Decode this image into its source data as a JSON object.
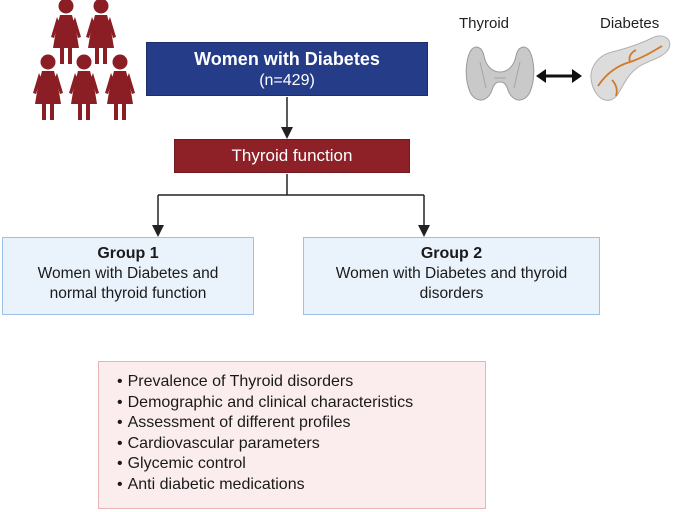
{
  "main_box": {
    "title": "Women with Diabetes",
    "count": "(n=429)"
  },
  "assessment": {
    "label": "Thyroid function"
  },
  "groups": [
    {
      "title": "Group 1",
      "line1": "Women with Diabetes and",
      "line2": "normal thyroid function"
    },
    {
      "title": "Group 2",
      "line1": "Women with Diabetes and thyroid",
      "line2": "disorders"
    }
  ],
  "outcomes": [
    "Prevalence of Thyroid disorders",
    "Demographic and clinical characteristics",
    "Assessment of different profiles",
    "Cardiovascular parameters",
    "Glycemic control",
    "Anti diabetic medications"
  ],
  "organs": {
    "thyroid": "Thyroid",
    "diabetes": "Diabetes"
  },
  "colors": {
    "navy": "#253d88",
    "dark_red": "#8d2127",
    "group_fill": "#eaf3fc",
    "group_border": "#9cc2e6",
    "outcome_fill": "#fbeded",
    "outcome_border": "#e8b5b5",
    "figure_red": "#8b1d24"
  },
  "icons": [
    "women-group-icon",
    "thyroid-gland-icon",
    "double-arrow-icon",
    "pancreas-icon"
  ]
}
